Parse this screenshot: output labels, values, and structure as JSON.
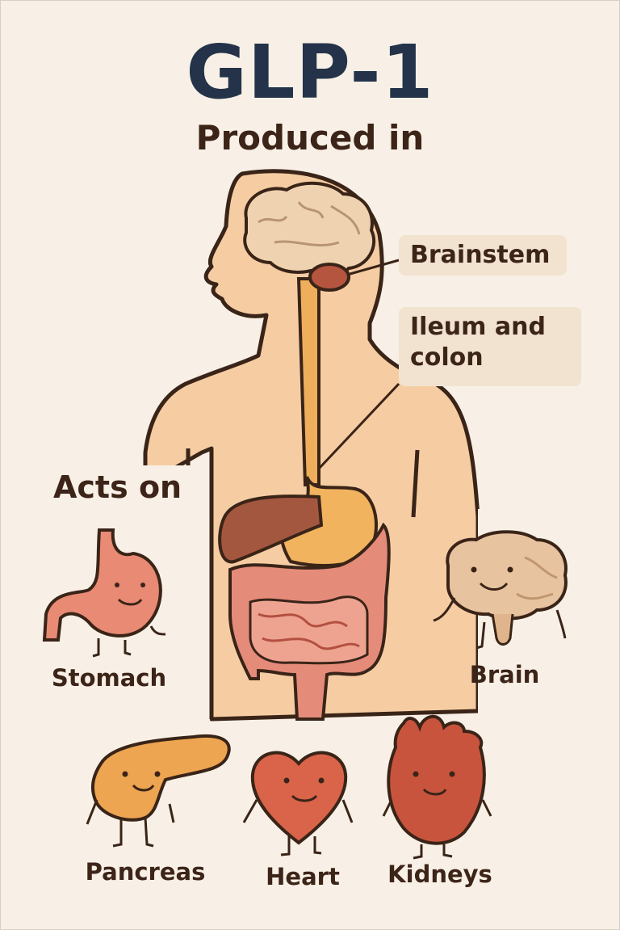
{
  "title": "GLP-1",
  "subtitle": "Produced in",
  "produced_in": [
    {
      "label": "Brainstem"
    },
    {
      "label": "Ileum and colon"
    }
  ],
  "acts_on_heading": "Acts on",
  "targets": [
    {
      "label": "Stomach",
      "color": "#e98a74"
    },
    {
      "label": "Brain",
      "color": "#e8c3a0"
    },
    {
      "label": "Pancreas",
      "color": "#eda551"
    },
    {
      "label": "Heart",
      "color": "#d9644a"
    },
    {
      "label": "Kidneys",
      "color": "#c9543d"
    }
  ],
  "colors": {
    "background": "#f8f0e6",
    "title": "#243349",
    "text": "#3d2418",
    "skin": "#f6cda3",
    "outline": "#3a2418",
    "callout_bg": "#f1e3d0"
  }
}
